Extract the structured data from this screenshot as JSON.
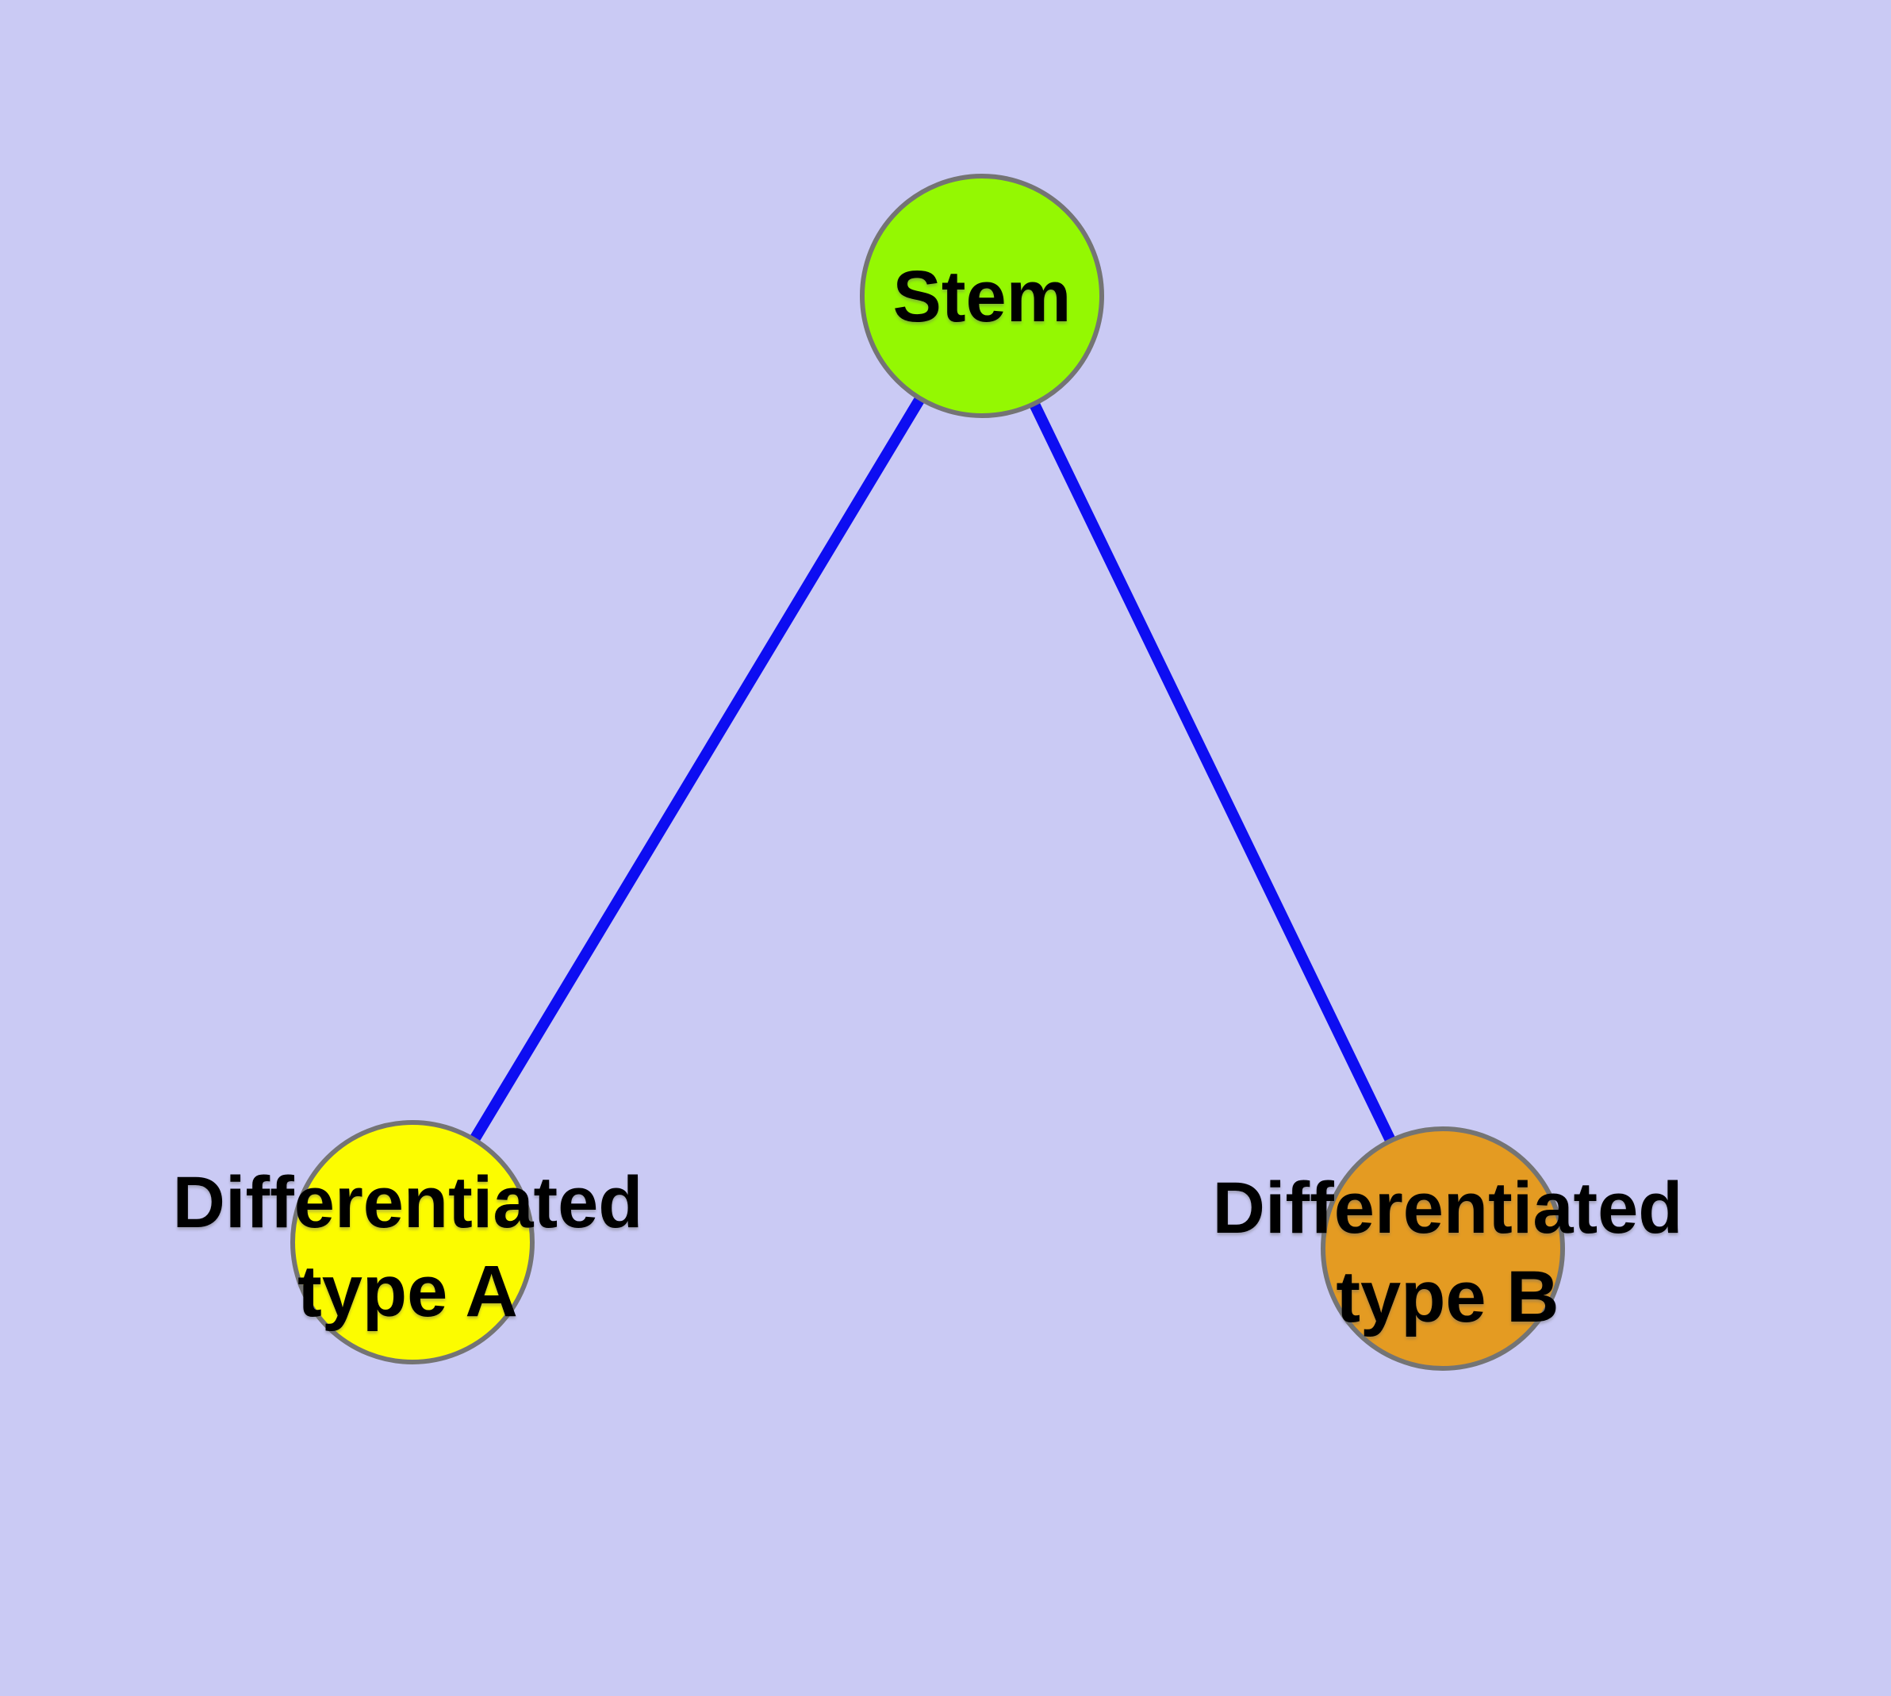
{
  "diagram": {
    "type": "graph",
    "nodes": [
      {
        "id": "stem",
        "label": "Stem",
        "lines": [
          "Stem"
        ],
        "fill": "#94F802"
      },
      {
        "id": "differentiated-type-a",
        "label": "Differentiated type A",
        "lines": [
          "Differentiated",
          "type A"
        ],
        "fill": "#FCFC00"
      },
      {
        "id": "differentiated-type-b",
        "label": "Differentiated type B",
        "lines": [
          "Differentiated",
          "type B"
        ],
        "fill": "#E49B22"
      }
    ],
    "edges": [
      {
        "from": "stem",
        "to": "differentiated-type-a"
      },
      {
        "from": "stem",
        "to": "differentiated-type-b"
      }
    ]
  },
  "nodes": [
    {
      "lines": {
        "0": "Stem"
      },
      "fill": "#94F802"
    },
    {
      "lines": {
        "0": "Differentiated",
        "1": "type A"
      },
      "fill": "#FCFC00"
    },
    {
      "lines": {
        "0": "Differentiated",
        "1": "type B"
      },
      "fill": "#E49B22"
    }
  ],
  "colors": {
    "background": "#CACAF4",
    "edge": "#0D0DF2",
    "node_border": "#747474",
    "label_text": "#000000"
  }
}
